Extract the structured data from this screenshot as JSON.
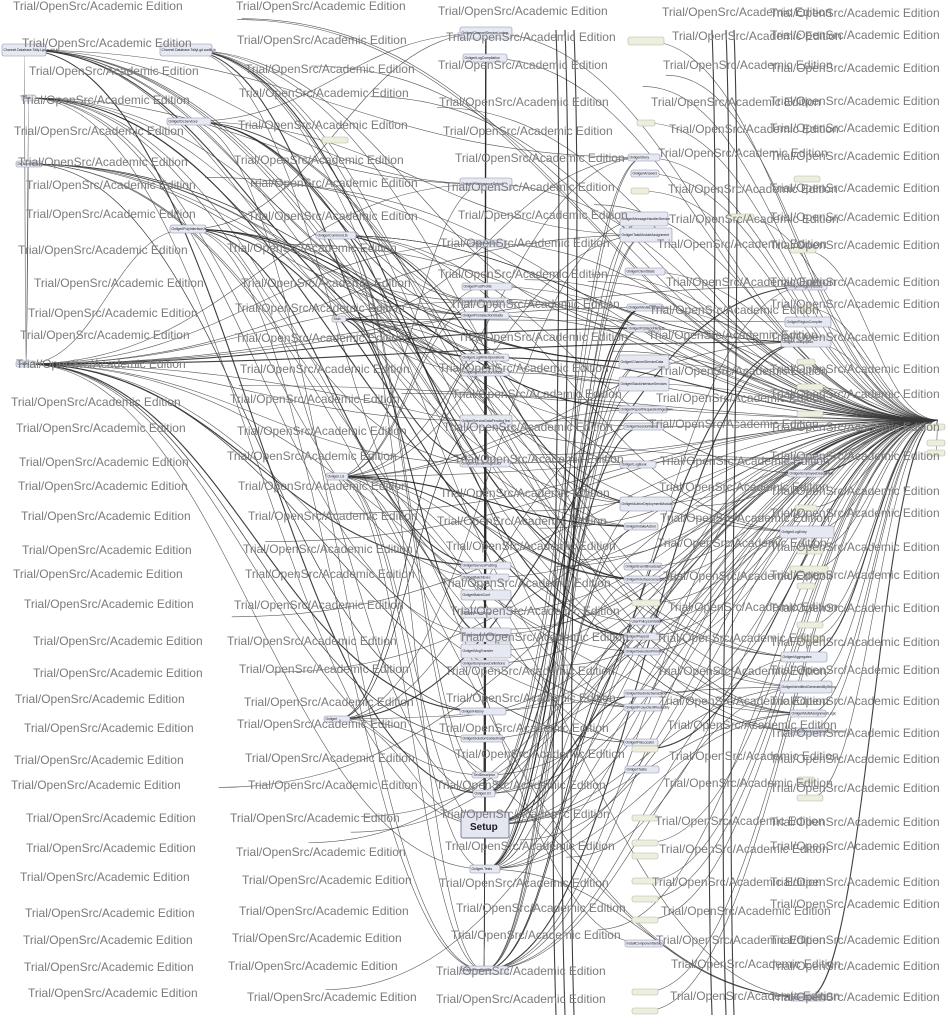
{
  "watermark_text": "Trial/OpenSrc/Academic Edition",
  "nodes": [
    {
      "id": "n1",
      "label": "Channel.Database.Tally.Lgd.auditLib"
    },
    {
      "id": "n2",
      "label": "Channel.Database.TallyLgd.auditLib"
    },
    {
      "id": "n3",
      "label": "Stub"
    },
    {
      "id": "n4",
      "label": "OnligeriDLServices"
    },
    {
      "id": "n5",
      "label": "Db.Nexi.Service"
    },
    {
      "id": "n6",
      "label": "OnligeriPolyInterfaceJs"
    },
    {
      "id": "n7",
      "label": "Onligeri.CS"
    },
    {
      "id": "n8",
      "label": "OnligeriCommonLib"
    },
    {
      "id": "n9",
      "label": "Stub"
    },
    {
      "id": "n10",
      "label": "Onligeri.LS"
    },
    {
      "id": "n11",
      "label": "Onligeri"
    },
    {
      "id": "n12",
      "label": "OnligeriChannelServiceLookup"
    },
    {
      "id": "n13",
      "label": "OnligeriLogCompilation"
    },
    {
      "id": "n14",
      "label": "OnligeriStory"
    },
    {
      "id": "n15",
      "label": "OnligeriAnswers"
    },
    {
      "id": "n16",
      "label": "OnligeriMessageHandlerService"
    },
    {
      "id": "n17",
      "label": "OnligeriTaskModuleAssignment"
    },
    {
      "id": "n18",
      "label": "OnligeriAuthorList"
    },
    {
      "id": "n19",
      "label": "OnligeriPostInstanceDefault"
    },
    {
      "id": "n20",
      "label": "OnligeriPostProfile"
    },
    {
      "id": "n21",
      "label": "OnligeriLogWriteOperations"
    },
    {
      "id": "n22",
      "label": "OnligeriPreSelectionStudio"
    },
    {
      "id": "n23",
      "label": "OnligeriClientStats"
    },
    {
      "id": "n24",
      "label": "OnligeriMediaLogStructure"
    },
    {
      "id": "n25",
      "label": "OnligeriPrjStackFileTest"
    },
    {
      "id": "n26",
      "label": "OnligeriLogWriteOperations"
    },
    {
      "id": "n27",
      "label": "OnligeriPreSelectionStudio"
    },
    {
      "id": "n28",
      "label": "OnligeriChannelServiceData"
    },
    {
      "id": "n29",
      "label": "OnligeriStackInterfaceServices"
    },
    {
      "id": "n30",
      "label": "OnligeriReportRequestedIngestion"
    },
    {
      "id": "n31",
      "label": "OnligeriServiceDataPendingTest"
    },
    {
      "id": "n32",
      "label": "OnligeriSessionItems"
    },
    {
      "id": "n33",
      "label": "OnligeriOperationExecutor"
    },
    {
      "id": "n34",
      "label": "OnligeriAuthorDeploymentModule"
    },
    {
      "id": "n35",
      "label": "OnligeriIntakeAction"
    },
    {
      "id": "n36",
      "label": "OnligeriBatchExec"
    },
    {
      "id": "n37",
      "label": "OnligeriBatchConf"
    },
    {
      "id": "n38",
      "label": "OnligeriBatchSync"
    },
    {
      "id": "n39",
      "label": "TextDescriptor"
    },
    {
      "id": "n40",
      "label": "Onligeri.IO"
    },
    {
      "id": "n41",
      "label": "Setup"
    },
    {
      "id": "n42",
      "label": "Onligeri.Tests"
    },
    {
      "id": "n43",
      "label": "InstallComponentSetup"
    },
    {
      "id": "n44",
      "label": "OnligeriPresentation"
    },
    {
      "id": "n45",
      "label": "OnligeriHistory"
    },
    {
      "id": "n46",
      "label": "OnligeriTasks"
    },
    {
      "id": "n47",
      "label": "OnligeriSolutionSubsetIndex"
    },
    {
      "id": "n48",
      "label": "OnligeriInstrumentedCoverage"
    },
    {
      "id": "n49",
      "label": "OnligeriMsgTransfer"
    },
    {
      "id": "n50",
      "label": "OnligeriEmployeeDefinitions"
    },
    {
      "id": "n51",
      "label": "OnligeriPlayList"
    },
    {
      "id": "n52",
      "label": "OnligeriSelectionPrimitive"
    },
    {
      "id": "n53",
      "label": "OnligeriStudioSchemaStore"
    },
    {
      "id": "n54",
      "label": "OnligeriProxyClientRoutedBy"
    },
    {
      "id": "n55",
      "label": "OnligeriFileLocator"
    },
    {
      "id": "n56",
      "label": "OnligeriEventBroadcast"
    },
    {
      "id": "n57",
      "label": "OnligeriInterfaceGeneratedModule"
    },
    {
      "id": "n58",
      "label": "OnligeriLogBook"
    },
    {
      "id": "n59",
      "label": "OnligeriServicePosting"
    },
    {
      "id": "n60",
      "label": "UserPolicyLimitation"
    },
    {
      "id": "n61",
      "label": "OnligeriAggregates"
    },
    {
      "id": "n62",
      "label": "OnligeriRegistryIssues"
    },
    {
      "id": "n63",
      "label": "OnligeriRegionCompiler"
    },
    {
      "id": "n64",
      "label": "OnligeriLookupDeco"
    },
    {
      "id": "n65",
      "label": "OnligeriBusinessCache"
    },
    {
      "id": "n66",
      "label": "OnligeriEmployeeDescription"
    },
    {
      "id": "n67",
      "label": "OnligeriLogEntry"
    },
    {
      "id": "n68",
      "label": "OnligeriIdentifiedGeneratedByString"
    },
    {
      "id": "n69",
      "label": "OnligeriMultiAssignmentLogic"
    },
    {
      "id": "n70",
      "label": "OnligeriWindowsInteractionGateway"
    },
    {
      "id": "n71",
      "label": "OnligeriDispatch"
    }
  ],
  "empty_node_count": 32
}
